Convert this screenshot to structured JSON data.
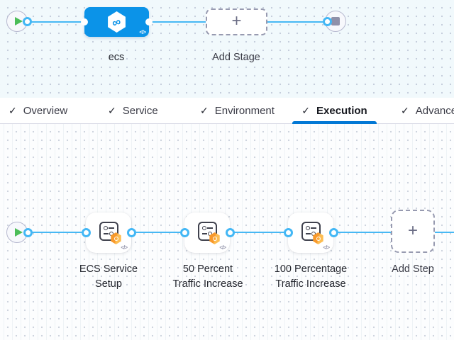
{
  "colors": {
    "connector_blue": "#47b8f4",
    "stage_fill": "#0b93e8",
    "active_tab_underline": "#0278d5",
    "badge_orange": "#f8992b",
    "play_green": "#4cbd58",
    "canvas_top_bg": "#f1f9fc",
    "canvas_bottom_bg": "#fcfdfe"
  },
  "stage_pipeline": {
    "stage": {
      "name": "ecs",
      "icon_glyph": "∞",
      "code_icon_glyph": "</>"
    },
    "add_stage": {
      "label": "Add Stage",
      "plus_glyph": "+"
    }
  },
  "tabs": {
    "check_glyph": "✓",
    "items": [
      {
        "label": "Overview",
        "checked": true,
        "active": false
      },
      {
        "label": "Service",
        "checked": true,
        "active": false
      },
      {
        "label": "Environment",
        "checked": true,
        "active": false
      },
      {
        "label": "Execution",
        "checked": true,
        "active": true
      },
      {
        "label": "Advanced",
        "checked": true,
        "active": false
      }
    ]
  },
  "execution": {
    "code_icon_glyph": "</>",
    "steps": [
      {
        "label": "ECS Service Setup",
        "lines": [
          "ECS Service",
          "Setup"
        ]
      },
      {
        "label": "50 Percent Traffic Increase",
        "lines": [
          "50 Percent",
          "Traffic Increase"
        ]
      },
      {
        "label": "100 Percentage Traffic Increase",
        "lines": [
          "100 Percentage",
          "Traffic Increase"
        ]
      }
    ],
    "add_step": {
      "label": "Add Step",
      "plus_glyph": "+"
    }
  }
}
